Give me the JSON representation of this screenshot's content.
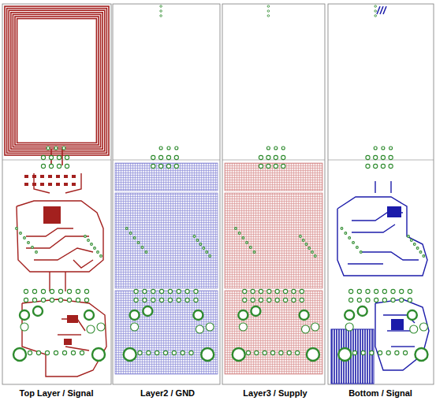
{
  "diagram": {
    "labels": [
      "Top Layer / Signal",
      "Layer2 / GND",
      "Layer3 / Supply",
      "Bottom / Signal"
    ]
  }
}
